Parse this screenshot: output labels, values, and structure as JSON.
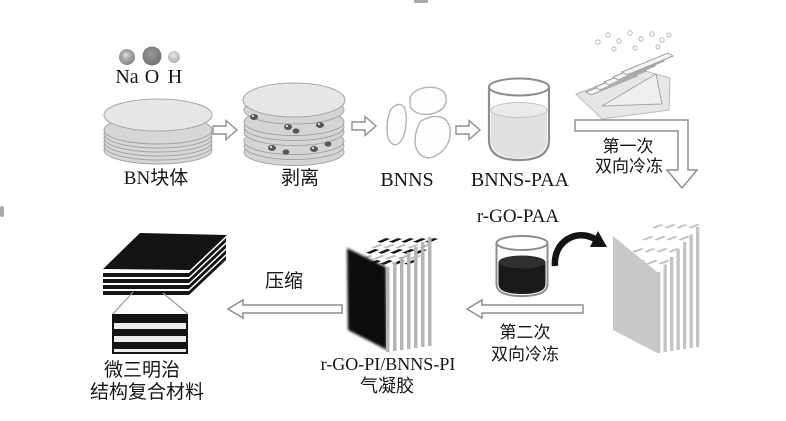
{
  "figure": {
    "atoms": {
      "na": "Na",
      "o": "O",
      "h": "H"
    },
    "labels": {
      "bn_bulk": "BN块体",
      "exfoliate": "剥离",
      "bnns": "BNNS",
      "bnns_paa": "BNNS-PAA",
      "first_freeze": {
        "line1": "第一次",
        "line2": "双向冷冻"
      },
      "rgo_paa": "r-GO-PAA",
      "second_freeze": {
        "line1": "第二次",
        "line2": "双向冷冻"
      },
      "aerogel": {
        "line1": "r-GO-PI/BNNS-PI",
        "line2": "气凝胶"
      },
      "compress": "压缩",
      "final_product": {
        "line1": "微三明治",
        "line2": "结构复合材料"
      }
    },
    "icons": {
      "step_arrow": "block-arrow-right",
      "first_freeze_arrow": "elbow-arrow-right-down",
      "pour_arrow": "curved-arrow-right",
      "second_freeze_arrow": "block-arrow-left",
      "compress_arrow": "block-arrow-left"
    },
    "colors": {
      "background": "#ffffff",
      "ink": "#161616",
      "arrow_fill": "#ffffff",
      "arrow_stroke": "#8f8f8f",
      "disk_fill": "#d6d6d6",
      "disk_stroke": "#9f9f9f",
      "flake_stroke": "#b3b3b3",
      "liquid_light": "#e0e0e0",
      "liquid_dark": "#191919",
      "lamella_grey": "#c4c4c4",
      "slab_black": "#141414"
    }
  }
}
